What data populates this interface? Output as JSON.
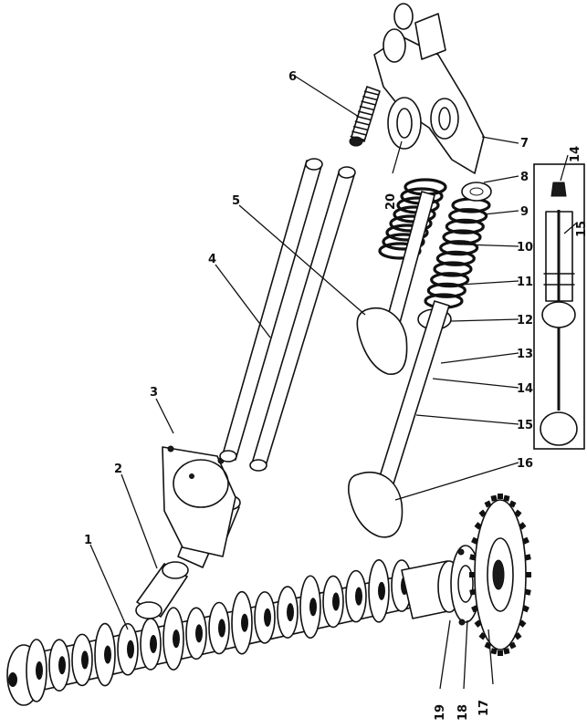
{
  "labels": [
    "1",
    "2",
    "3",
    "4",
    "5",
    "6",
    "7",
    "8",
    "9",
    "10",
    "11",
    "12",
    "13",
    "14",
    "15",
    "16",
    "17",
    "18",
    "19",
    "20"
  ],
  "inset_labels": [
    "14",
    "15"
  ]
}
